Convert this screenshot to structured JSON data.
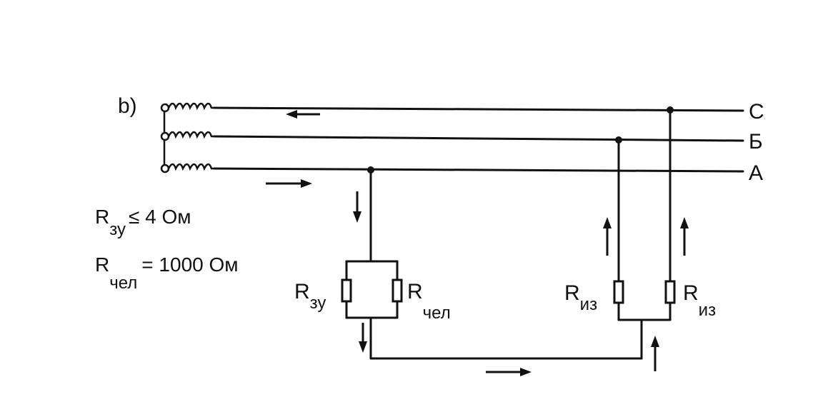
{
  "diagram": {
    "panel_label": "b)",
    "phases": {
      "c": "С",
      "b": "Б",
      "a": "А"
    },
    "conditions": {
      "r_zu": {
        "symbol": "R",
        "subscript": "зу",
        "relation": "≤ 4  Ом"
      },
      "r_chel": {
        "symbol": "R",
        "subscript": "чел",
        "relation": "= 1000  Ом"
      }
    },
    "resistors": {
      "r_zu": {
        "symbol": "R",
        "subscript": "зу"
      },
      "r_chel": {
        "symbol": "R",
        "subscript": "чел"
      },
      "r_iz_1": {
        "symbol": "R",
        "subscript": "из"
      },
      "r_iz_2": {
        "symbol": "R",
        "subscript": "из"
      }
    }
  }
}
